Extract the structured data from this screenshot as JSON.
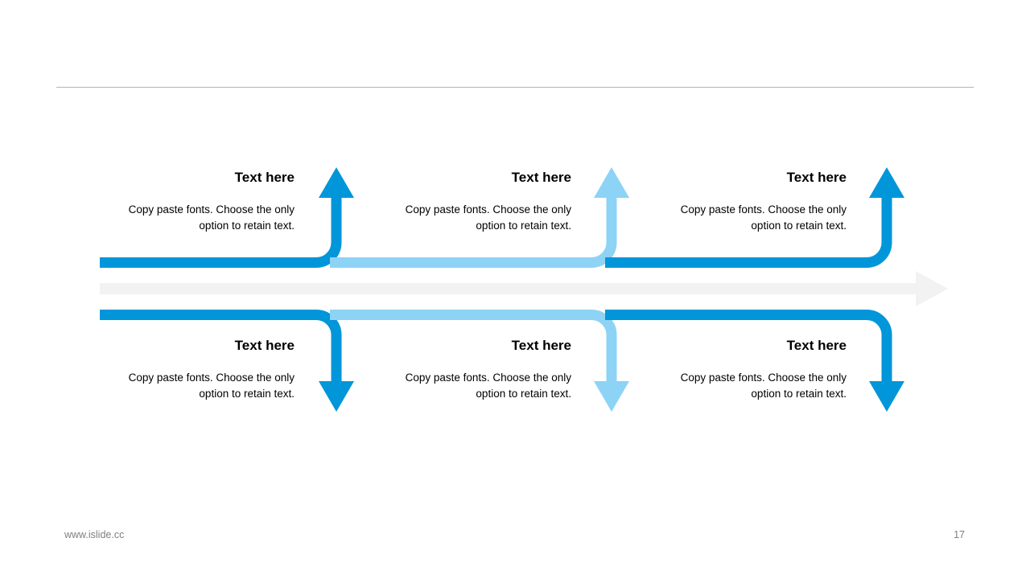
{
  "colors": {
    "dark_blue": "#0096d9",
    "light_blue": "#8dd3f5",
    "center_arrow": "#f2f2f2",
    "rule": "#b3b3b3"
  },
  "top": [
    {
      "title": "Text here",
      "desc_line1": "Copy paste fonts. Choose the only",
      "desc_line2": "option to retain text."
    },
    {
      "title": "Text here",
      "desc_line1": "Copy paste fonts. Choose the only",
      "desc_line2": "option to retain text."
    },
    {
      "title": "Text here",
      "desc_line1": "Copy paste fonts. Choose the only",
      "desc_line2": "option to retain text."
    }
  ],
  "bottom": [
    {
      "title": "Text here",
      "desc_line1": "Copy paste fonts. Choose the only",
      "desc_line2": "option to retain text."
    },
    {
      "title": "Text here",
      "desc_line1": "Copy paste fonts. Choose the only",
      "desc_line2": "option to retain text."
    },
    {
      "title": "Text here",
      "desc_line1": "Copy paste fonts. Choose the only",
      "desc_line2": "option to retain text."
    }
  ],
  "footer": {
    "url": "www.islide.cc",
    "page": "17"
  }
}
